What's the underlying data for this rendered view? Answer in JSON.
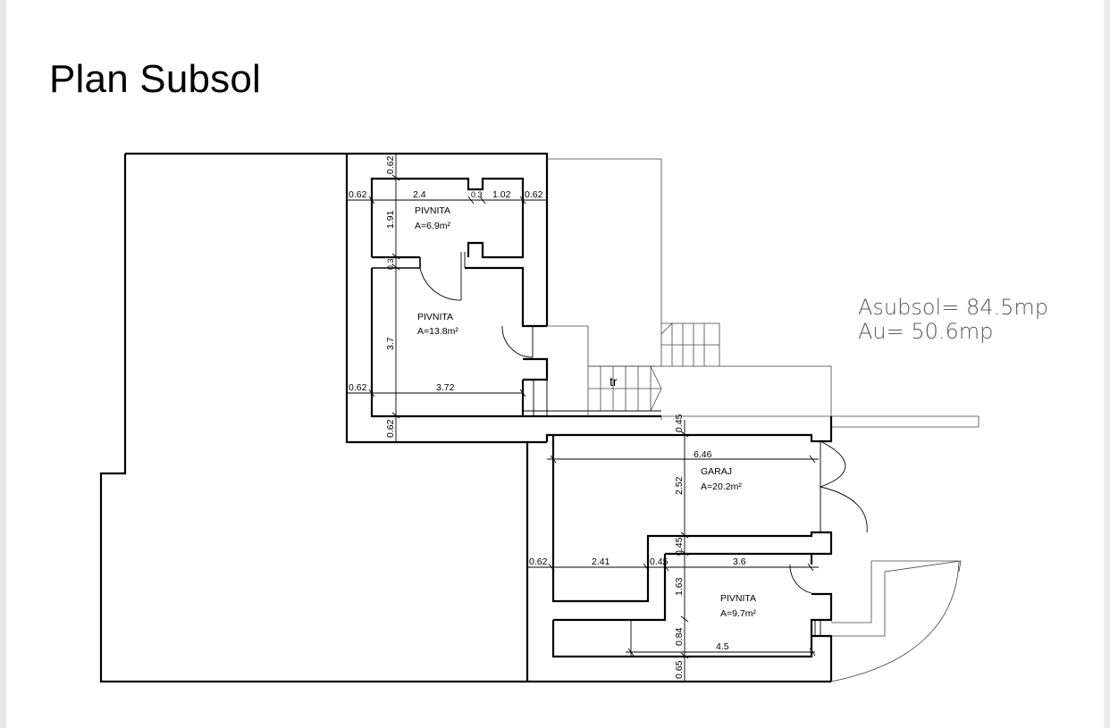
{
  "page": {
    "title": "Plan Subsol"
  },
  "summary": {
    "line1": "Asubsol= 84.5mp",
    "line2": "Au= 50.6mp"
  },
  "rooms": [
    {
      "id": "pivnita1",
      "name": "PIVNITA",
      "area": "A=6.9m²"
    },
    {
      "id": "pivnita2",
      "name": "PIVNITA",
      "area": "A=13.8m²"
    },
    {
      "id": "garaj",
      "name": "GARAJ",
      "area": "A=20.2m²"
    },
    {
      "id": "pivnita3",
      "name": "PIVNITA",
      "area": "A=9.7m²"
    }
  ],
  "labels": {
    "stairs": "tr"
  },
  "dimensions": {
    "d_062_a": "0.62",
    "d_24": "2.4",
    "d_03": "0.3",
    "d_102": "1.02",
    "d_062_b": "0.62",
    "d_062_top": "0.62",
    "d_191": "1.91",
    "d_03_v": "0.3",
    "d_37": "3.7",
    "d_062_c": "0.62",
    "d_372": "3.72",
    "d_062_v": "0.62",
    "d_045_a": "0.45",
    "d_646": "6.46",
    "d_252": "2.52",
    "d_045_b": "0.45",
    "d_062_d": "0.62",
    "d_241": "2.41",
    "d_045_c": "0.45",
    "d_36": "3.6",
    "d_163": "1.63",
    "d_084": "0.84",
    "d_45": "4.5",
    "d_065": "0.65"
  }
}
